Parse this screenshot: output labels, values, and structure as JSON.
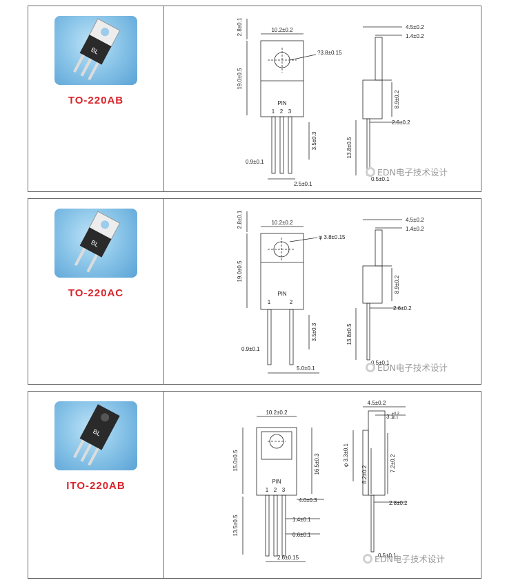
{
  "panels": [
    {
      "package_name": "TO-220AB",
      "chip_label": "BL",
      "dims": {
        "top_gap": "2.8±0.1",
        "width": "10.2±0.2",
        "hole": "?3.8±0.15",
        "body_height": "19.0±0.5",
        "pin_label": "PIN",
        "pins": [
          "1",
          "2",
          "3"
        ],
        "lead_step": "3.5±0.3",
        "lead_width": "0.9±0.1",
        "pitch": "2.5±0.1",
        "side_total": "4.5±0.2",
        "side_tab": "1.4±0.2",
        "side_body": "8.9±0.2",
        "side_step": "2.6±0.2",
        "lead_length": "13.8±0.5",
        "lead_thick": "0.5±0.1"
      }
    },
    {
      "package_name": "TO-220AC",
      "chip_label": "BL",
      "dims": {
        "top_gap": "2.8±0.1",
        "width": "10.2±0.2",
        "hole": "φ 3.8±0.15",
        "body_height": "19.0±0.5",
        "pin_label": "PIN",
        "pins": [
          "1",
          "2"
        ],
        "lead_step": "3.5±0.3",
        "lead_width": "0.9±0.1",
        "pitch": "5.0±0.1",
        "side_total": "4.5±0.2",
        "side_tab": "1.4±0.2",
        "side_body": "8.9±0.2",
        "side_step": "2.6±0.2",
        "lead_length": "13.8±0.5",
        "lead_thick": "0.5±0.1"
      }
    },
    {
      "package_name": "ITO-220AB",
      "chip_label": "BL",
      "dims": {
        "width": "10.2±0.2",
        "body_height": "15.0±0.5",
        "total_height": "16.5±0.3",
        "pin_label": "PIN",
        "pins": [
          "1",
          "2",
          "3"
        ],
        "lead_step": "4.0±0.3",
        "lead_length": "13.5±0.5",
        "shoulder": "1.4±0.1",
        "lead_width": "0.6±0.1",
        "pitch": "2.6±0.15",
        "side_total": "4.5±0.2",
        "side_tab": "3.1",
        "side_tab_tol_upper": "+0.2",
        "side_tab_tol_lower": "-0.1",
        "hole": "φ 3.3±0.1",
        "side_body": "8.2±0.2",
        "side_inner": "7.2±0.2",
        "side_step": "2.8±0.2",
        "lead_thick": "0.5±0.1"
      }
    }
  ],
  "watermark": "EDN电子技术设计",
  "colors": {
    "panel_border": "#6a6a6a",
    "package_name": "#d8242b",
    "thumb_blue": "#7fbfe6",
    "drawing": "#222222"
  }
}
